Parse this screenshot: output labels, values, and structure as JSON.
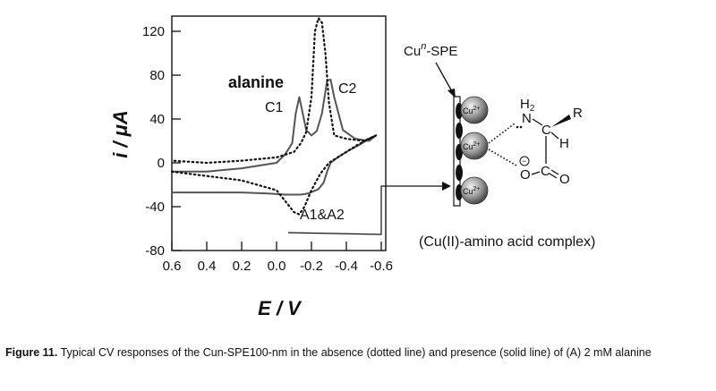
{
  "chart_data": {
    "type": "line",
    "title": "",
    "xlabel": "E / V",
    "ylabel": "i / μA",
    "xlim": [
      0.6,
      -0.6
    ],
    "ylim": [
      -80,
      135
    ],
    "x_ticks": [
      0.6,
      0.4,
      0.2,
      0.0,
      -0.2,
      -0.4,
      -0.6
    ],
    "x_tick_labels": [
      "0.6",
      "0.4",
      "0.2",
      "0.0",
      "-0.2",
      "-0.4",
      "-0.6"
    ],
    "y_ticks": [
      -80,
      -40,
      0,
      40,
      80,
      120
    ],
    "y_tick_labels": [
      "-80",
      "-40",
      "0",
      "40",
      "80",
      "120"
    ],
    "grid": false,
    "series": [
      {
        "style": "solid",
        "color": "#555555",
        "forward": {
          "x": [
            0.6,
            0.4,
            0.2,
            0.05,
            -0.05,
            -0.1,
            -0.12,
            -0.14,
            -0.18,
            -0.24,
            -0.27,
            -0.29,
            -0.31,
            -0.35,
            -0.4,
            -0.47,
            -0.53,
            -0.57
          ],
          "y": [
            -27,
            -27,
            -27,
            -28,
            -29,
            -29,
            -29,
            -29,
            -28,
            -24,
            -18,
            -8,
            0,
            5,
            10,
            16,
            22,
            25
          ]
        },
        "reverse": {
          "x": [
            -0.57,
            -0.53,
            -0.45,
            -0.38,
            -0.33,
            -0.31,
            -0.29,
            -0.26,
            -0.23,
            -0.2,
            -0.17,
            -0.15,
            -0.13,
            -0.11,
            -0.09,
            -0.05,
            0.0,
            0.2,
            0.4,
            0.6
          ],
          "y": [
            25,
            20,
            22,
            30,
            60,
            76,
            75,
            45,
            29,
            25,
            30,
            45,
            60,
            45,
            18,
            8,
            0,
            -5,
            -8,
            -8
          ]
        }
      },
      {
        "style": "dotted",
        "color": "#111111",
        "forward": {
          "x": [
            0.6,
            0.4,
            0.2,
            0.0,
            -0.05,
            -0.1,
            -0.13,
            -0.16,
            -0.2,
            -0.25,
            -0.3,
            -0.38,
            -0.46,
            -0.53,
            -0.57
          ],
          "y": [
            -8,
            -12,
            -16,
            -25,
            -35,
            -45,
            -47,
            -40,
            -25,
            -10,
            0,
            8,
            16,
            22,
            25
          ]
        },
        "reverse": {
          "x": [
            -0.57,
            -0.5,
            -0.4,
            -0.33,
            -0.3,
            -0.28,
            -0.26,
            -0.24,
            -0.22,
            -0.2,
            -0.17,
            -0.14,
            -0.1,
            0.0,
            0.2,
            0.4,
            0.6
          ],
          "y": [
            25,
            20,
            22,
            25,
            55,
            100,
            128,
            132,
            120,
            60,
            28,
            18,
            10,
            5,
            2,
            0,
            2
          ]
        }
      }
    ],
    "annotations": {
      "alanine": "alanine",
      "c1": "C1",
      "c2": "C2",
      "a1a2": "A1&A2"
    }
  },
  "scheme": {
    "electrode_label": "Cu",
    "electrode_sup": "n",
    "electrode_suffix": "-SPE",
    "ion_label": "Cu",
    "ion_charge": "2+",
    "atoms": {
      "h2": "H",
      "h2_sub": "2",
      "n": "N",
      "c_alpha": "C",
      "r": "R",
      "h": "H",
      "o_minus": "O",
      "minus_sign": "−",
      "c_carbonyl": "C",
      "o_double": "O"
    },
    "complex_label": "(Cu(II)-amino acid complex)"
  },
  "caption": {
    "label": "Figure 11.",
    "text": " Typical CV responses of the Cun-SPE100-nm in the absence (dotted line) and presence (solid line) of (A) 2 mM alanine"
  }
}
